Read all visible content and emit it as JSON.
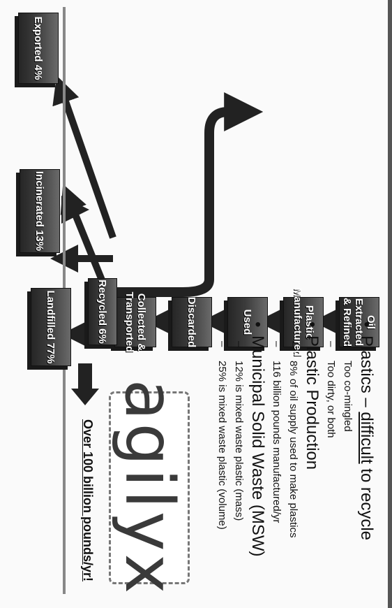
{
  "flow": {
    "oil": "Oil Extracted & Refined",
    "plastic": "Plastic Manufactured",
    "used": "Used",
    "discarded": "Discarded",
    "collected": "Collected & Transported",
    "recycled": "Recycled 6%",
    "landfilled": "Landfilled 77%",
    "incinerated": "Incinerated 13%",
    "exported": "Exported 4%"
  },
  "bullets": {
    "b1_pre": "Plastics – ",
    "b1_u": "difficult",
    "b1_post": " to recycle",
    "b1_s1": "Too co-mingled",
    "b1_s2": "Too dirty, or both",
    "b2": "Plastic Production",
    "b2_s1": "8% of oil supply used to make plastics",
    "b2_s2": "116 billion pounds manufactured/yr",
    "b3": "Municipal Solid Waste (MSW)",
    "b3_s1": "12% is mixed waste plastic (mass)",
    "b3_s2": "25% is mixed waste plastic (volume)"
  },
  "logo": "agilyx",
  "callout": "Over 100 billion pounds/yr!"
}
